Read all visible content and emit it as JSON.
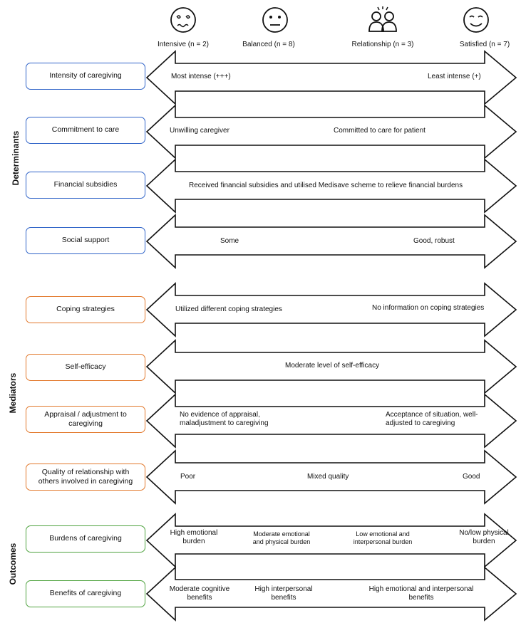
{
  "columns": [
    {
      "label": "Intensive (n = 2)",
      "icon": "dizzy-face-icon"
    },
    {
      "label": "Balanced (n = 8)",
      "icon": "neutral-face-icon"
    },
    {
      "label": "Relationship (n = 3)",
      "icon": "two-people-icon"
    },
    {
      "label": "Satisfied (n = 7)",
      "icon": "smiling-face-icon"
    }
  ],
  "groups": {
    "determinants": "Determinants",
    "mediators": "Mediators",
    "outcomes": "Outcomes"
  },
  "colors": {
    "determinants": "#2f63c8",
    "mediators": "#e2782b",
    "outcomes": "#4fa33f"
  },
  "rows": [
    {
      "label": "Intensity of caregiving",
      "texts": [
        "Most intense (+++)",
        "Least intense (+)"
      ]
    },
    {
      "label": "Commitment to care",
      "texts": [
        "Unwilling caregiver",
        "Committed to care for patient"
      ]
    },
    {
      "label": "Financial subsidies",
      "texts": [
        "Received financial subsidies and utilised Medisave scheme to relieve financial burdens"
      ]
    },
    {
      "label": "Social support",
      "texts": [
        "Some",
        "Good, robust"
      ]
    },
    {
      "label": "Coping strategies",
      "texts": [
        "Utilized different coping strategies",
        "No information on coping strategies"
      ]
    },
    {
      "label": "Self-efficacy",
      "texts": [
        "Moderate level of self-efficacy"
      ]
    },
    {
      "label": "Appraisal / adjustment to caregiving",
      "texts": [
        "No evidence of appraisal,\nmaladjustment to caregiving",
        "Acceptance of situation, well-\nadjusted to caregiving"
      ]
    },
    {
      "label": "Quality of relationship with others involved in caregiving",
      "texts": [
        "Poor",
        "Mixed quality",
        "Good"
      ]
    },
    {
      "label": "Burdens of caregiving",
      "texts": [
        "High emotional\nburden",
        "Moderate emotional\nand physical burden",
        "Low emotional and\ninterpersonal burden",
        "No/low physical\nburden"
      ]
    },
    {
      "label": "Benefits of caregiving",
      "texts": [
        "Moderate cognitive\nbenefits",
        "High interpersonal\nbenefits",
        "High emotional and interpersonal\nbenefits"
      ]
    }
  ]
}
